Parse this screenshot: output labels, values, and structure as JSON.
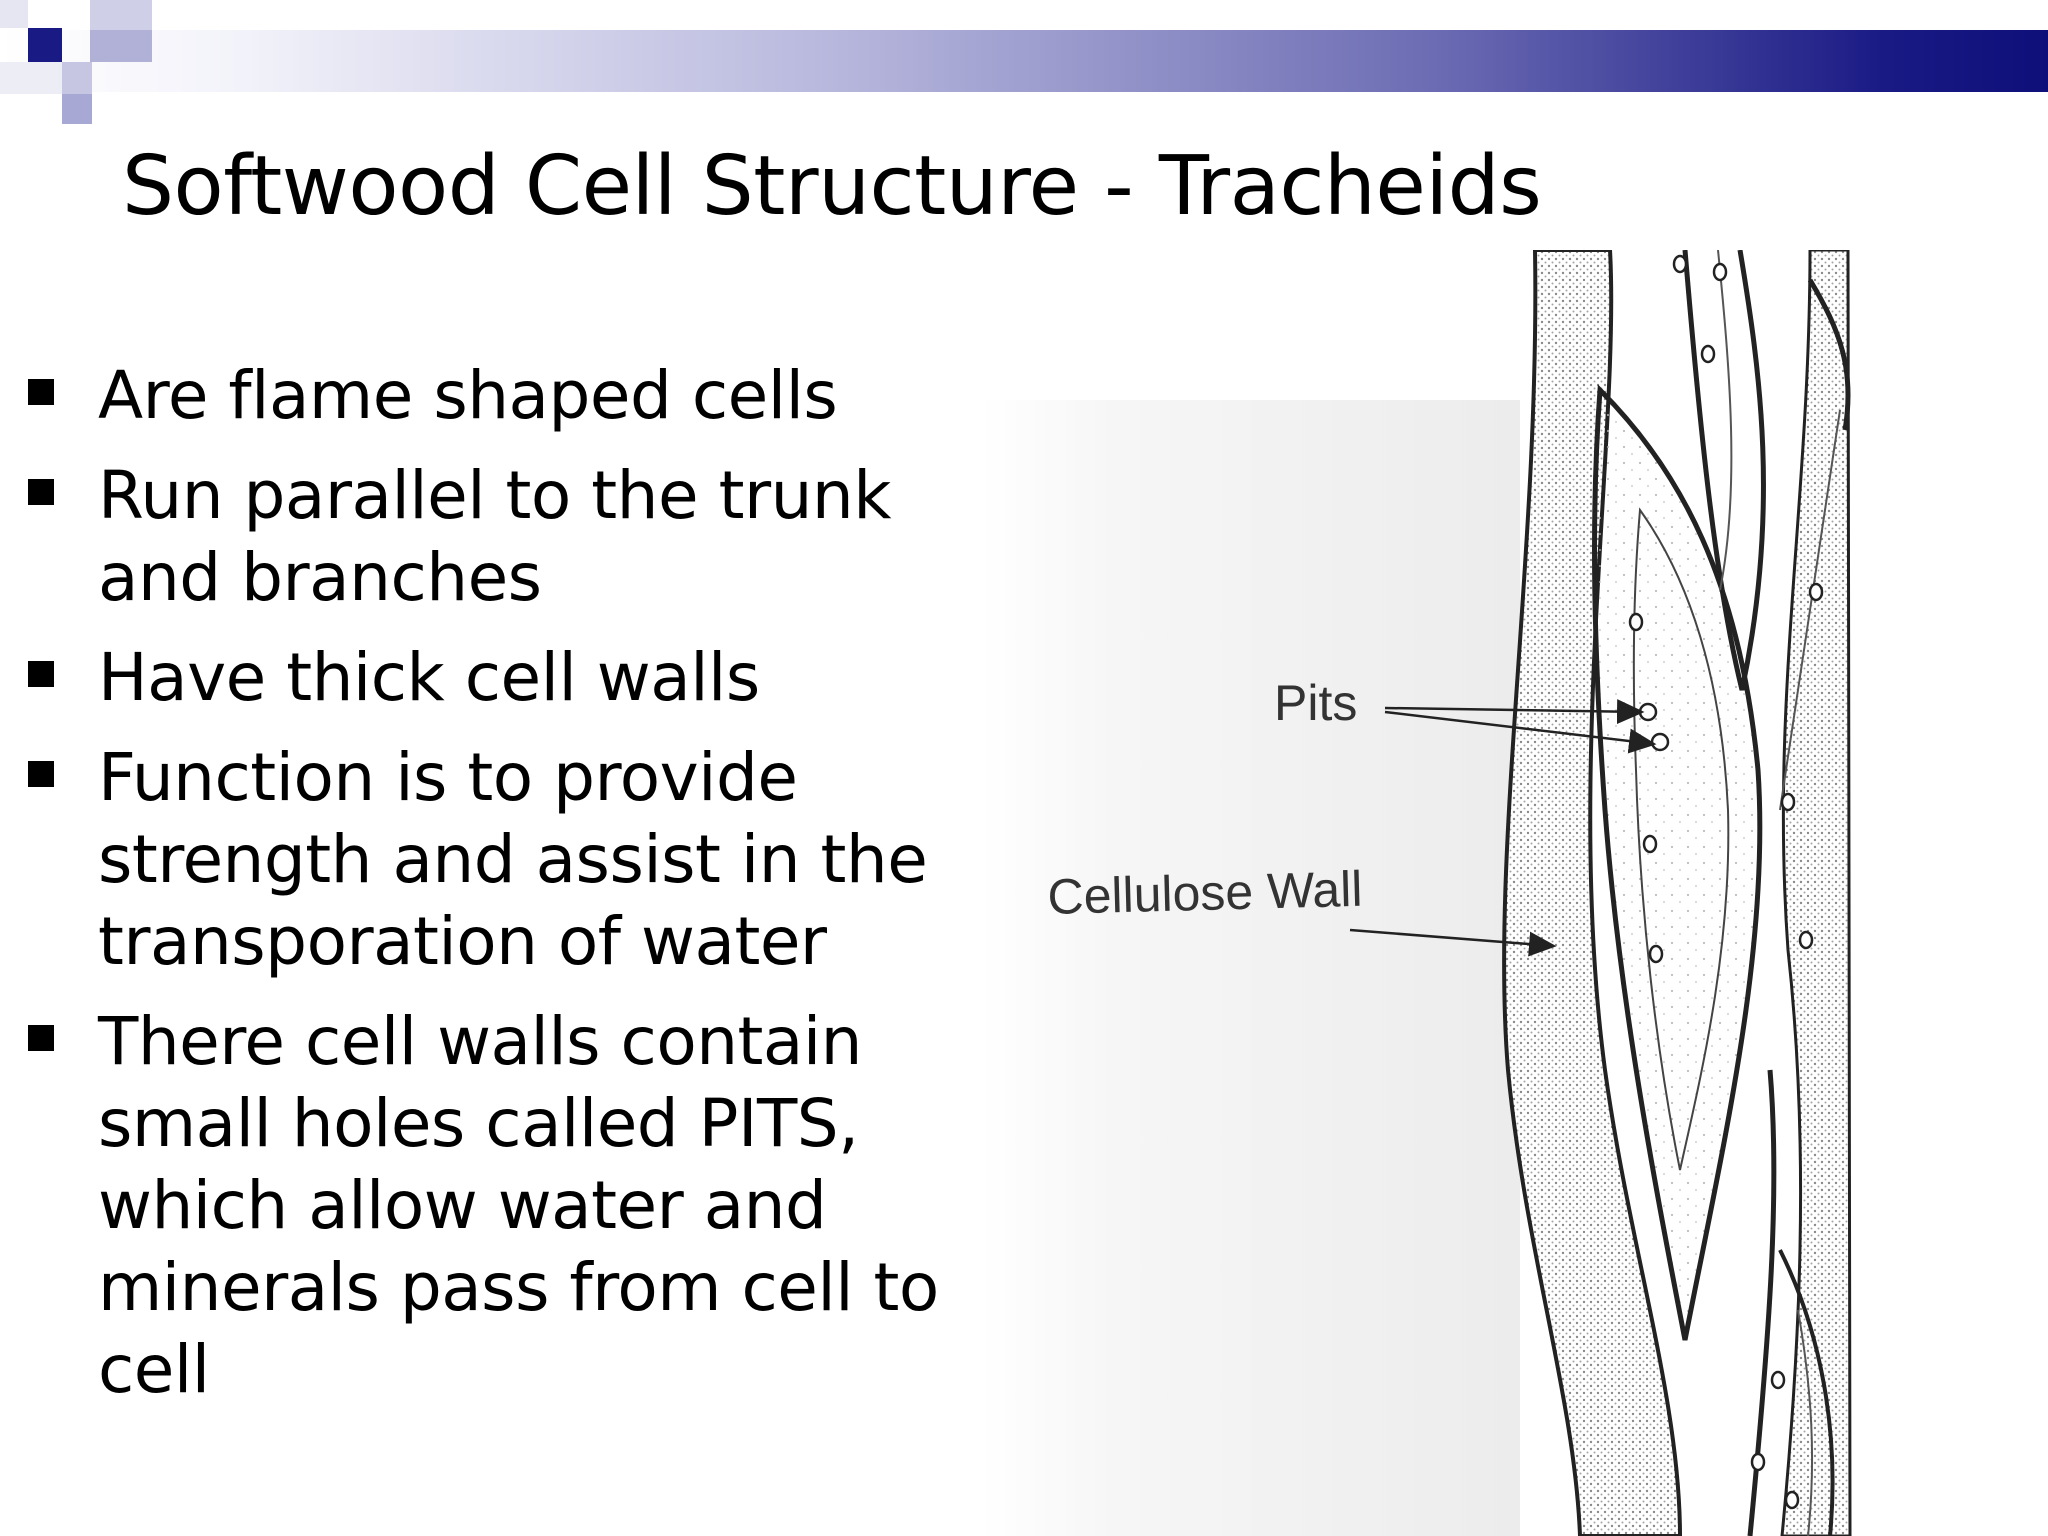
{
  "slide": {
    "title": "Softwood Cell Structure - Tracheids",
    "bullets": [
      "Are flame shaped cells",
      "Run parallel to the trunk and branches",
      "Have thick cell walls",
      "Function is to provide strength and assist in the transporation of water",
      "There cell walls contain small holes called PITS, which allow water and minerals pass from cell to cell"
    ]
  },
  "figure": {
    "labels": {
      "pits": "Pits",
      "cellulose_wall": "Cellulose Wall"
    }
  },
  "colors": {
    "accent": "#1a1a85",
    "text": "#000000"
  }
}
